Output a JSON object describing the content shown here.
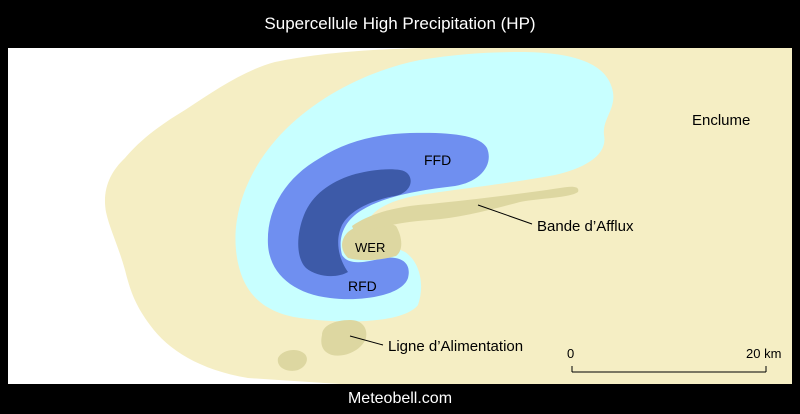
{
  "title": "Supercellule High Precipitation (HP)",
  "footer": "Meteobell.com",
  "labels": {
    "anvil": "Enclume",
    "ffd": "FFD",
    "wer": "WER",
    "rfd": "RFD",
    "inflow_band": "Bande d’Afflux",
    "feeder_line": "Ligne d’Alimentation"
  },
  "scale_bar": {
    "start": "0",
    "end": "20 km"
  },
  "colors": {
    "anvil": "#f5eec4",
    "cloud_outer": "#c8ffff",
    "ffd": "#6f8ff0",
    "core": "#3d5aa8",
    "inflow": "#ddd7a1",
    "background": "#ffffff",
    "frame": "#000000"
  }
}
